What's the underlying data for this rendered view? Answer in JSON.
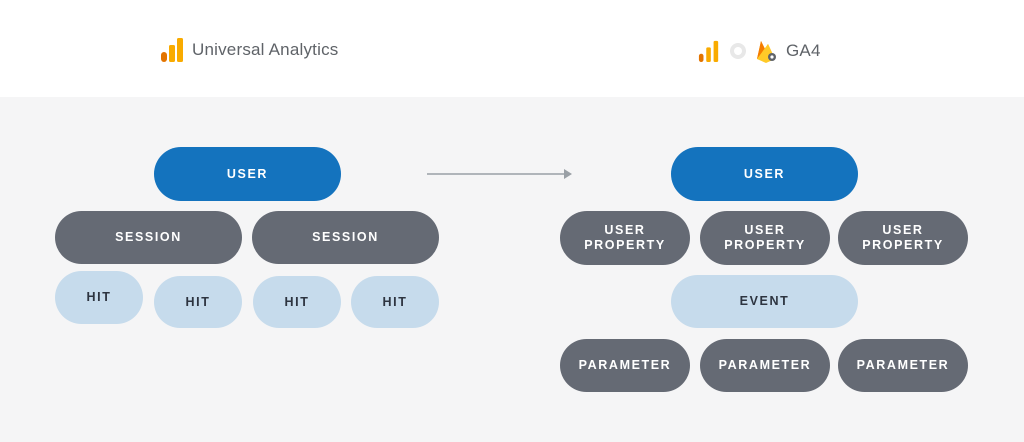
{
  "header": {
    "left_brand": {
      "label": "Universal Analytics",
      "icon": "analytics-bars-icon",
      "color": "#f9ab00"
    },
    "right_brand": {
      "label": "GA4",
      "icons": [
        "analytics-bars-icon",
        "circle-icon",
        "firebase-icon"
      ]
    }
  },
  "universal_analytics": {
    "user": "USER",
    "sessions": [
      "SESSION",
      "SESSION"
    ],
    "hits": [
      "HIT",
      "HIT",
      "HIT",
      "HIT"
    ]
  },
  "ga4": {
    "user": "USER",
    "user_properties": [
      "USER\nPROPERTY",
      "USER\nPROPERTY",
      "USER\nPROPERTY"
    ],
    "event": "EVENT",
    "parameters": [
      "PARAMETER",
      "PARAMETER",
      "PARAMETER"
    ]
  },
  "colors": {
    "user": "#1473be",
    "dark": "#656a74",
    "light": "#c6dbec",
    "background": "#f5f5f6",
    "arrow": "#9aa0a6"
  }
}
